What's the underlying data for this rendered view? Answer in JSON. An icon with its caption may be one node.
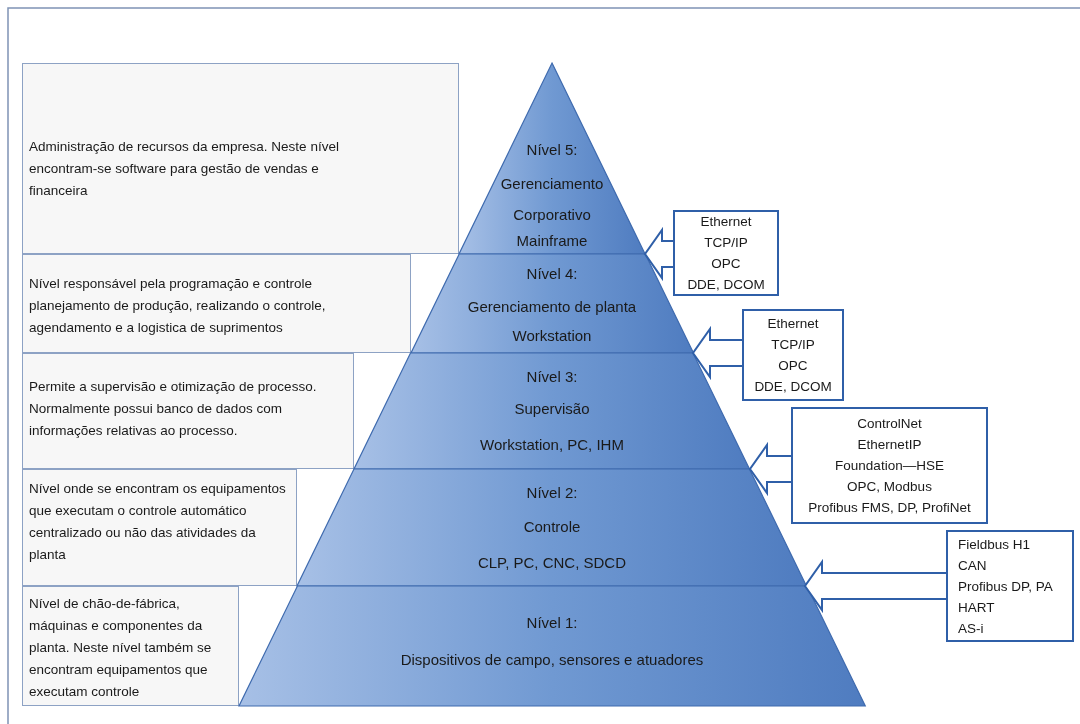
{
  "diagram": {
    "nodes": [
      {
        "text": [
          "Administração de recursos da empresa. Neste nível encontram-se software para gestão de vendas e  financeira"
        ]
      },
      {
        "text": [
          "Nível 5:",
          "Gerenciamento Corporativo",
          "Mainframe"
        ]
      },
      {
        "text": [
          "Ethernet",
          "TCP/IP",
          "OPC",
          "DDE, DCOM"
        ]
      },
      {
        "text": [
          "Nível responsável pela programação e controle planejamento de produção, realizando o controle, agendamento e a logistica de suprimentos"
        ]
      },
      {
        "text": [
          "Nível 4:",
          "Gerenciamento de planta",
          "Workstation"
        ]
      },
      {
        "text": [
          "Ethernet",
          "TCP/IP",
          "OPC",
          "DDE, DCOM"
        ]
      },
      {
        "text": [
          "Permite a supervisão e otimização de processo. Normalmente possui banco de dados com informações relativas ao processo."
        ]
      },
      {
        "text": [
          "Nível 3:",
          "Supervisão",
          "Workstation, PC, IHM"
        ]
      },
      {
        "text": [
          "ControlNet",
          "EthernetIP",
          "Foundation—HSE",
          "OPC, Modbus",
          "Profibus FMS, DP, ProfiNet"
        ]
      },
      {
        "text": [
          "Nível onde se encontram os equipamentos que executam o controle automático centralizado ou não das atividades da planta"
        ]
      },
      {
        "text": [
          "Nível 2:",
          "Controle",
          "CLP, PC, CNC, SDCD"
        ]
      },
      {
        "text": [
          "Fieldbus H1",
          "CAN",
          "Profibus DP, PA",
          "HART",
          "AS-i"
        ]
      },
      {
        "text": [
          "Nível de chão-de-fábrica, máquinas e componentes da planta. Neste nível também se encontram equipamentos que executam controle"
        ]
      },
      {
        "text": [
          "Nível 1:",
          "Dispositivos de campo, sensores e atuadores"
        ]
      }
    ],
    "edges": [
      {
        "from": 2,
        "to": null,
        "arrow": "to"
      },
      {
        "from": 5,
        "to": null,
        "arrow": "to"
      },
      {
        "from": 8,
        "to": null,
        "arrow": "to"
      },
      {
        "from": 11,
        "to": null,
        "arrow": "to"
      }
    ]
  }
}
